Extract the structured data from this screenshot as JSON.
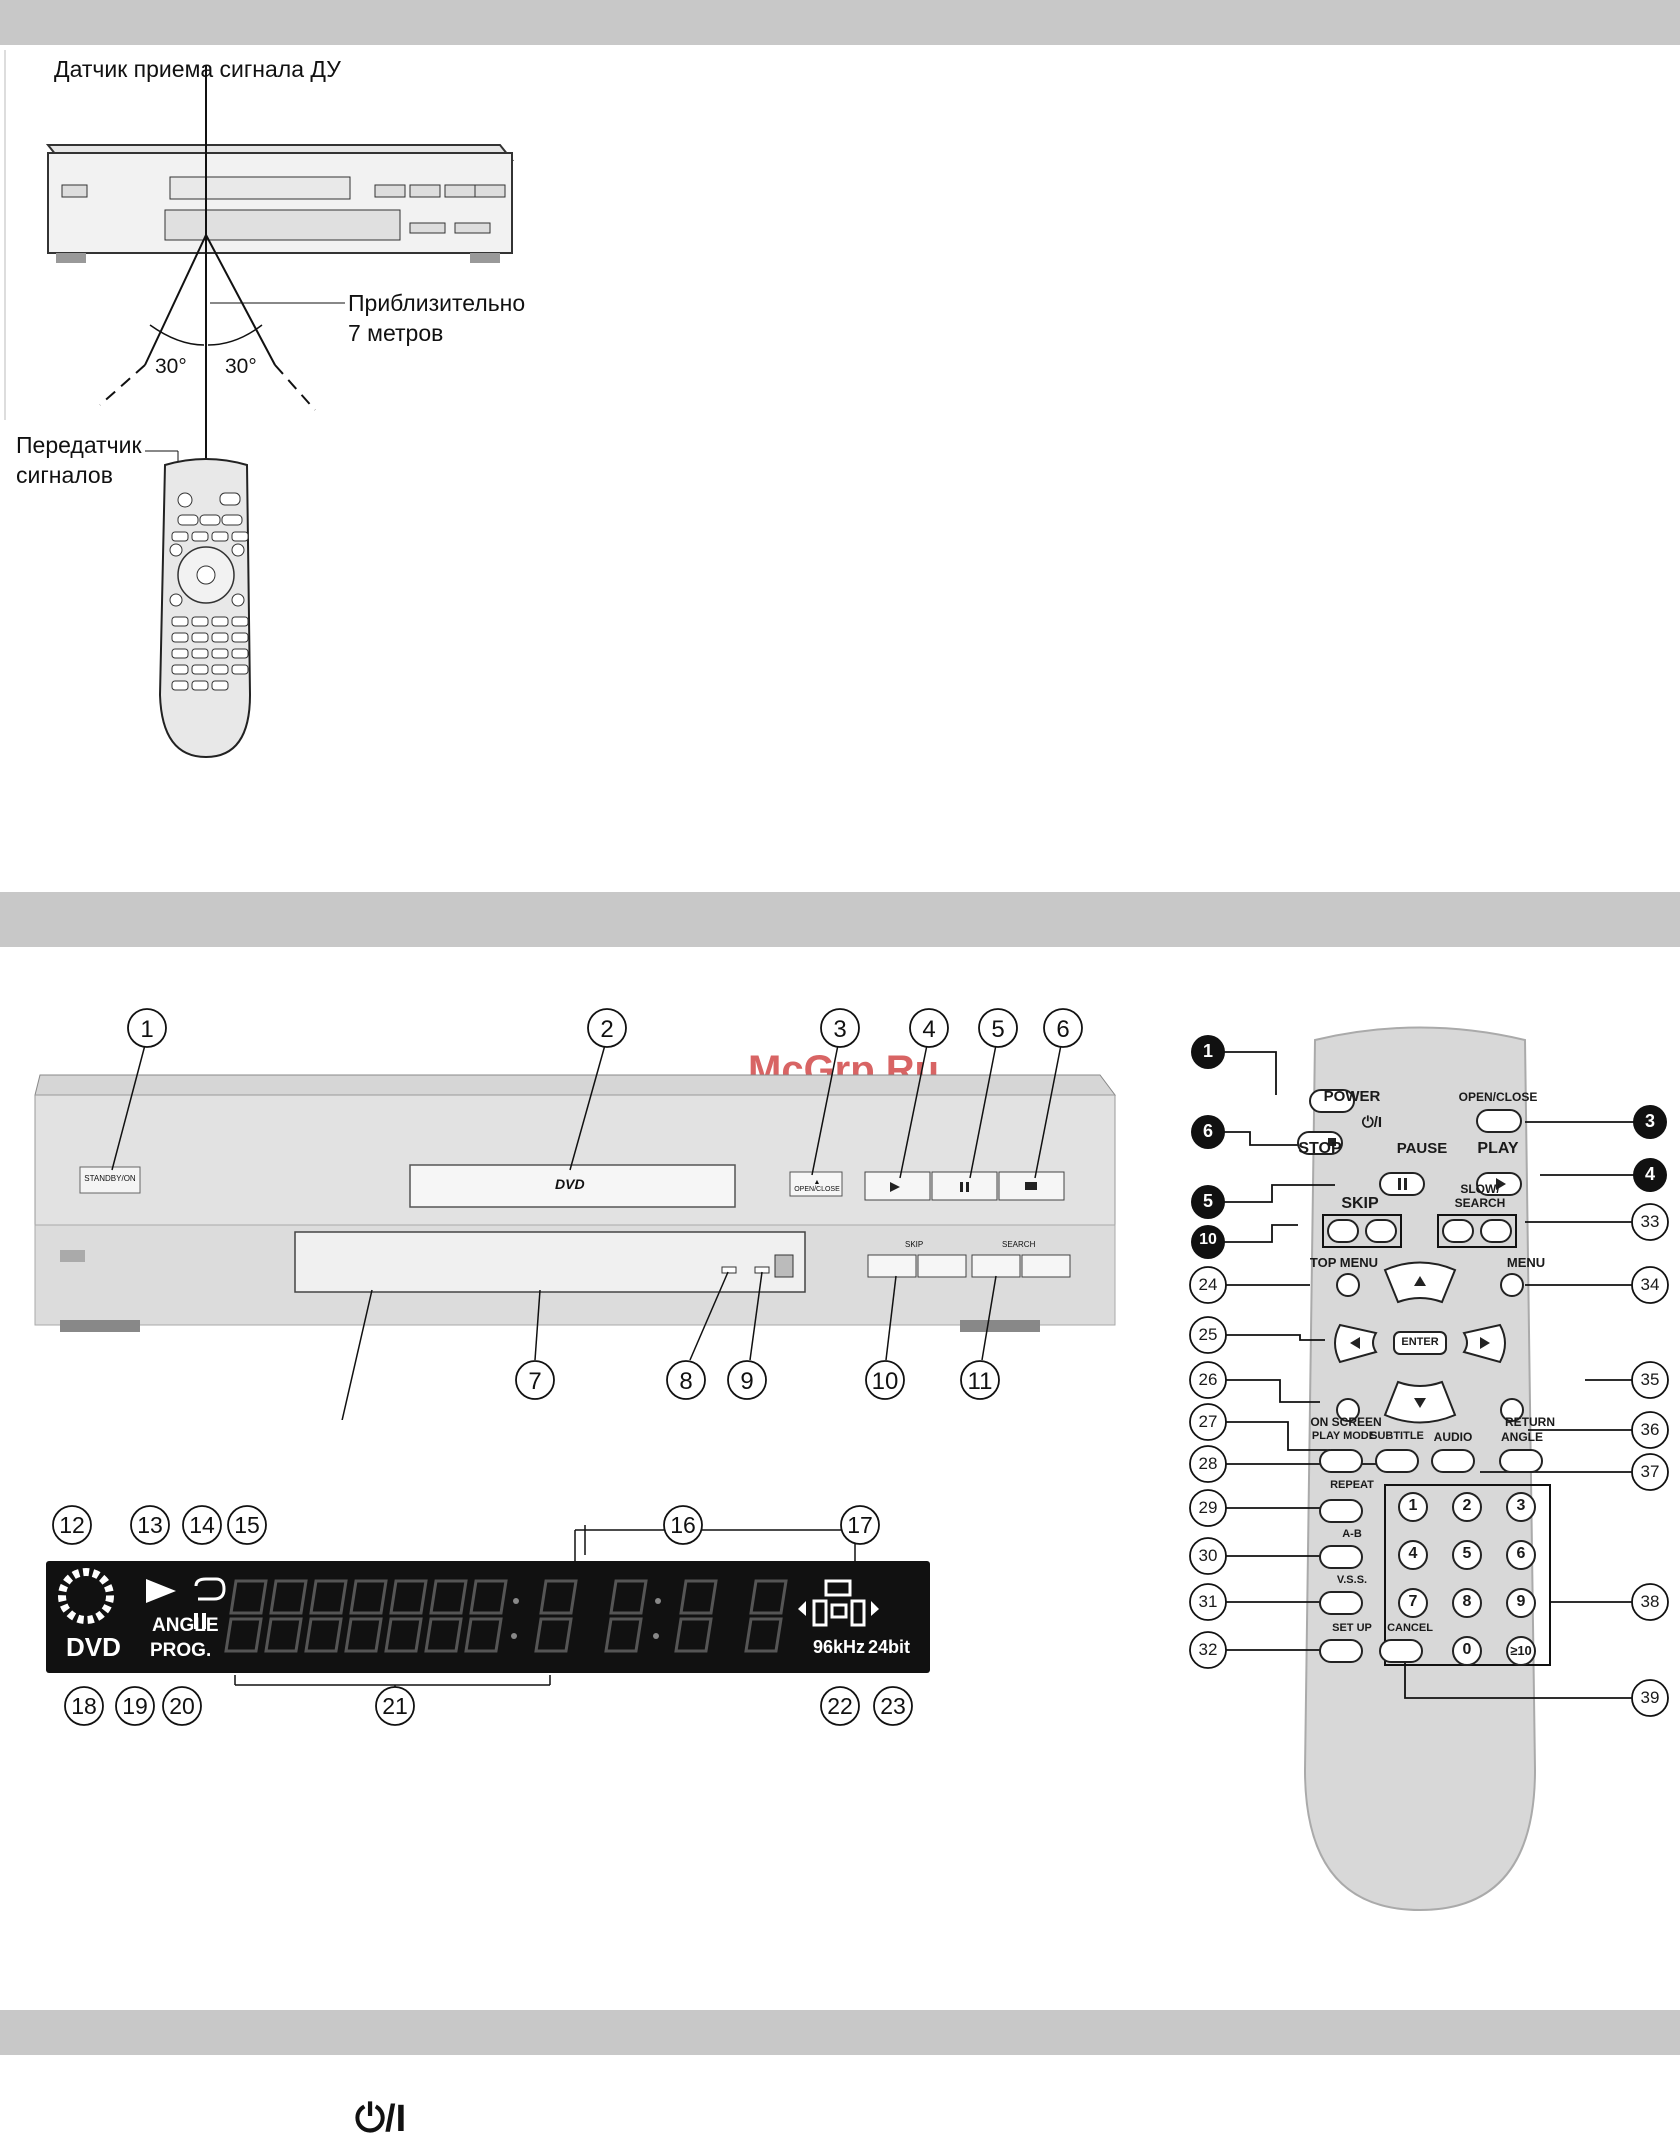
{
  "top_diagram": {
    "sensor_label": "Датчик приема сигнала ДУ",
    "distance_label_1": "Приблизительно",
    "distance_label_2": "7 метров",
    "angle_left": "30°",
    "angle_right": "30°",
    "transmitter_label_1": "Передатчик",
    "transmitter_label_2": "сигналов"
  },
  "watermark": "McGrp.Ru",
  "front_panel": {
    "standby_label": "STANDBY/ON",
    "open_close_label": "▲ OPEN/CLOSE",
    "skip_label": "SKIP",
    "search_label": "SEARCH",
    "dvd_logo": "DVD",
    "callouts": [
      "1",
      "2",
      "3",
      "4",
      "5",
      "6",
      "7",
      "8",
      "9",
      "10",
      "11"
    ]
  },
  "display": {
    "dvd": "DVD",
    "angle": "ANGLE",
    "prog": "PROG.",
    "khz": "96kHz",
    "bit": "24bit",
    "callouts": [
      "12",
      "13",
      "14",
      "15",
      "16",
      "17",
      "18",
      "19",
      "20",
      "21",
      "22",
      "23"
    ]
  },
  "remote": {
    "power": "POWER",
    "power_symbol": "⏻/I",
    "open_close": "OPEN/CLOSE",
    "stop": "STOP",
    "pause": "PAUSE",
    "play": "PLAY",
    "skip": "SKIP",
    "slow_search_1": "SLOW/",
    "slow_search_2": "SEARCH",
    "top_menu": "TOP MENU",
    "menu": "MENU",
    "enter": "ENTER",
    "on_screen": "ON SCREEN",
    "return": "RETURN",
    "play_mode": "PLAY MODE",
    "subtitle": "SUBTITLE",
    "audio": "AUDIO",
    "angle": "ANGLE",
    "repeat": "REPEAT",
    "ab": "A-B",
    "vss": "V.S.S.",
    "setup": "SET UP",
    "cancel": "CANCEL",
    "digits": [
      "1",
      "2",
      "3",
      "4",
      "5",
      "6",
      "7",
      "8",
      "9",
      "0",
      "≥10"
    ],
    "callouts_black": [
      "1",
      "6",
      "5",
      "10",
      "3",
      "4"
    ],
    "callouts_white": [
      "24",
      "25",
      "26",
      "27",
      "28",
      "29",
      "30",
      "31",
      "32",
      "33",
      "34",
      "35",
      "36",
      "37",
      "38",
      "39"
    ]
  },
  "bottom_symbol": "⏻/I"
}
